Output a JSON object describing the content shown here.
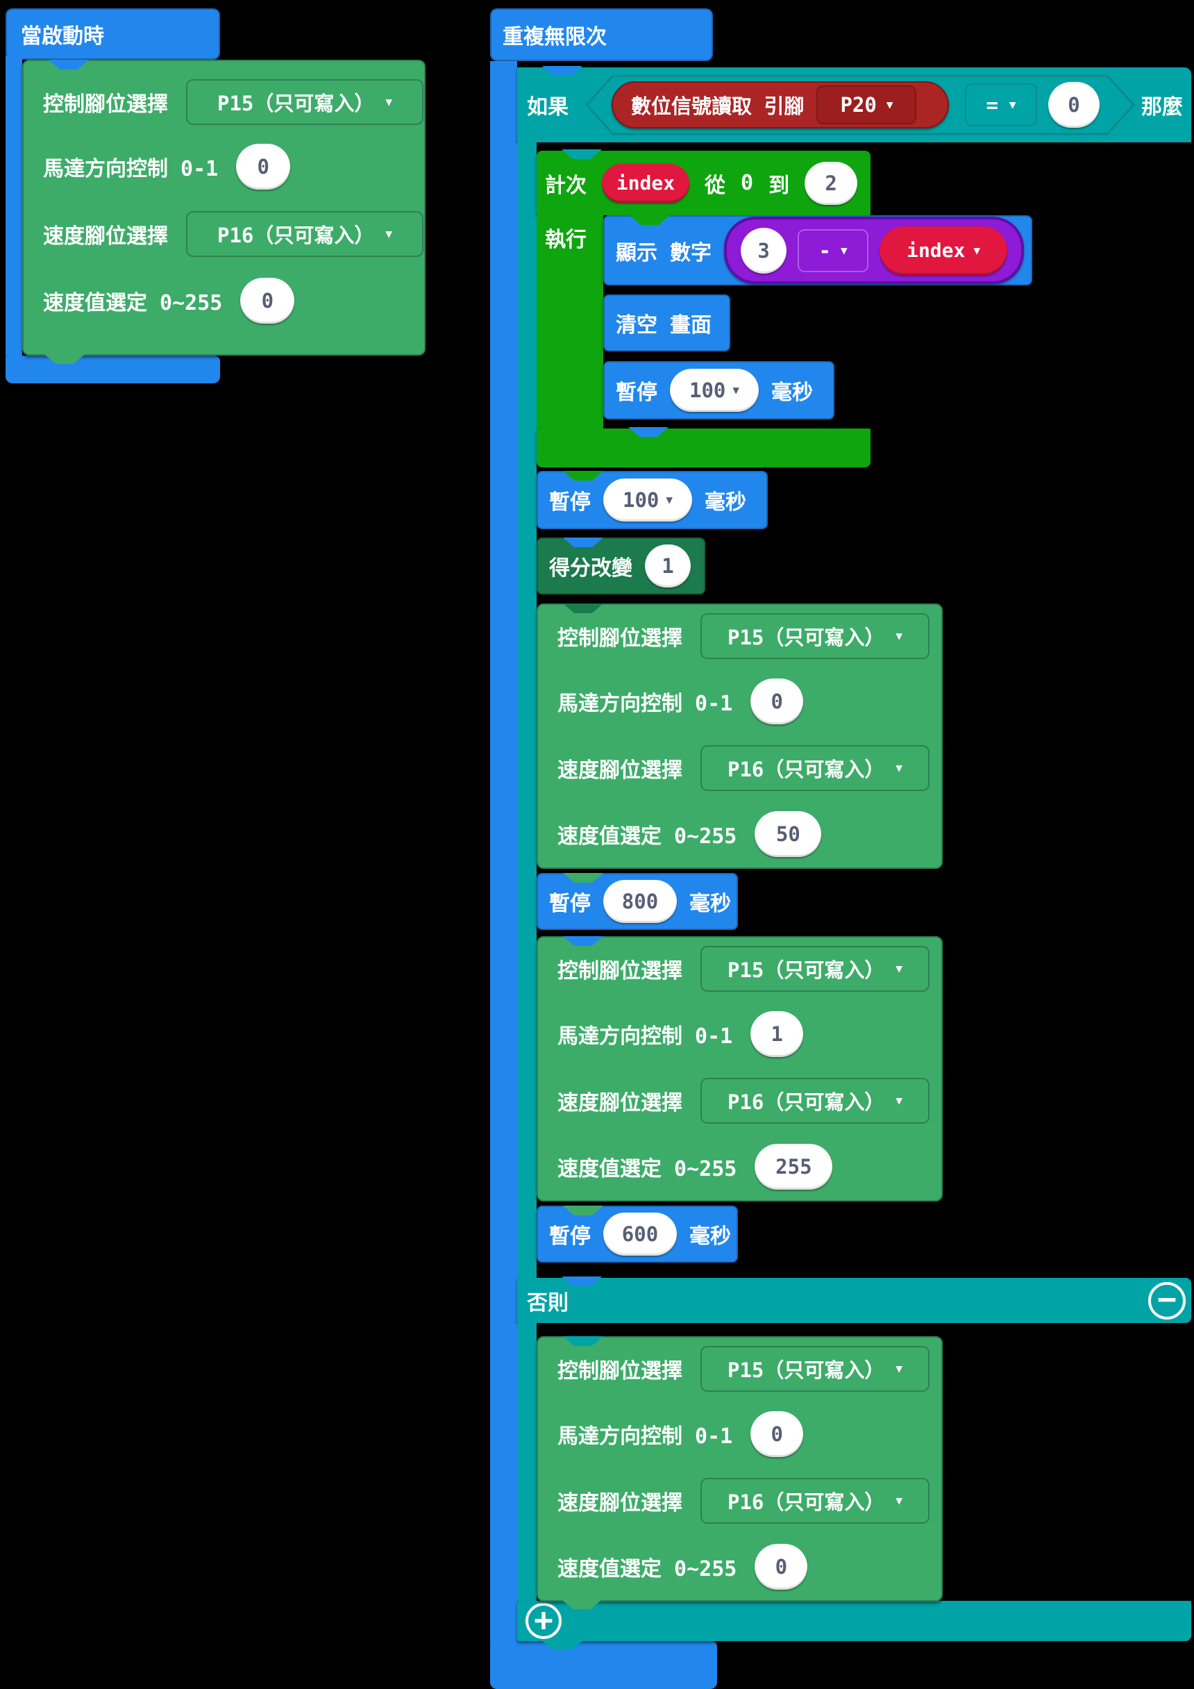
{
  "icons": {
    "dropdown_glyph": "▼",
    "minus_glyph": "−",
    "plus_glyph": "+"
  },
  "colors": {
    "workspace_bg": "#000000",
    "basic_blue": "#2287EC",
    "logic_teal": "#00A4A6",
    "loops_green": "#0FA50F",
    "motor_green": "#3DAC69",
    "game_green": "#1B7B4D",
    "pins_red": "#AB2525",
    "variable_crimson": "#E1173F",
    "math_purple": "#8E1BD6",
    "oval_text": "#575E75"
  },
  "on_start": {
    "title": "當啟動時",
    "motor": {
      "rows": [
        {
          "label": "控制腳位選擇",
          "value": "P15（只可寫入）"
        },
        {
          "label": "馬達方向控制 0-1",
          "value": "0"
        },
        {
          "label": "速度腳位選擇",
          "value": "P16（只可寫入）"
        },
        {
          "label": "速度值選定 0~255",
          "value": "0"
        }
      ]
    }
  },
  "forever": {
    "title": "重複無限次",
    "if_block": {
      "if_label": "如果",
      "then_label": "那麼",
      "else_label": "否則",
      "condition": {
        "read_label": "數位信號讀取 引腳",
        "pin": "P20",
        "operator": "=",
        "compare_value": "0"
      }
    },
    "for_block": {
      "count_label": "計次",
      "variable": "index",
      "from_label": "從",
      "from_value": "0",
      "to_label": "到",
      "to_value": "2",
      "do_label": "執行"
    },
    "show_number": {
      "label": "顯示 數字",
      "value": "3",
      "operator": "-",
      "variable": "index"
    },
    "clear_screen_label": "清空 畫面",
    "pause_label": "暫停",
    "pause_unit": "毫秒",
    "pause_inner_value": "100",
    "pause_after_for_value": "100",
    "change_score": {
      "label": "得分改變",
      "value": "1"
    },
    "motor_forward": {
      "rows": [
        {
          "label": "控制腳位選擇",
          "value": "P15（只可寫入）"
        },
        {
          "label": "馬達方向控制 0-1",
          "value": "0"
        },
        {
          "label": "速度腳位選擇",
          "value": "P16（只可寫入）"
        },
        {
          "label": "速度值選定 0~255",
          "value": "50"
        }
      ]
    },
    "pause_800_value": "800",
    "motor_reverse": {
      "rows": [
        {
          "label": "控制腳位選擇",
          "value": "P15（只可寫入）"
        },
        {
          "label": "馬達方向控制 0-1",
          "value": "1"
        },
        {
          "label": "速度腳位選擇",
          "value": "P16（只可寫入）"
        },
        {
          "label": "速度值選定 0~255",
          "value": "255"
        }
      ]
    },
    "pause_600_value": "600",
    "motor_stop": {
      "rows": [
        {
          "label": "控制腳位選擇",
          "value": "P15（只可寫入）"
        },
        {
          "label": "馬達方向控制 0-1",
          "value": "0"
        },
        {
          "label": "速度腳位選擇",
          "value": "P16（只可寫入）"
        },
        {
          "label": "速度值選定 0~255",
          "value": "0"
        }
      ]
    }
  }
}
